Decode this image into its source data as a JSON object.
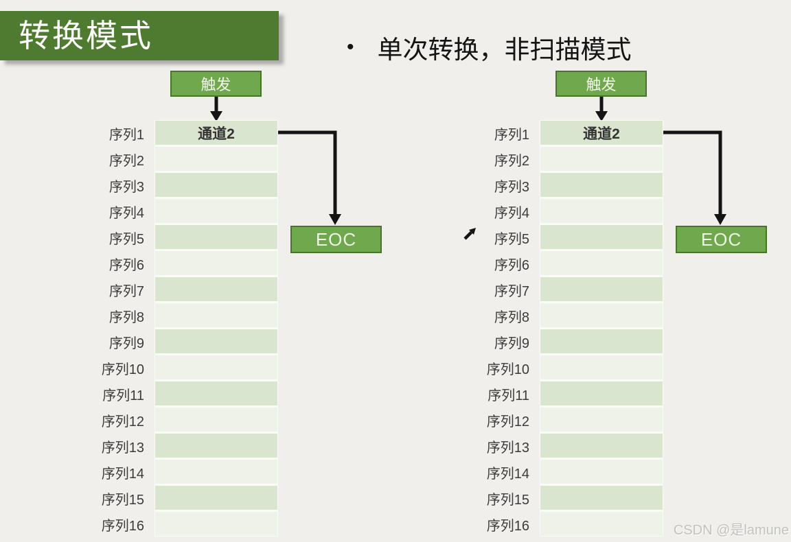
{
  "title": {
    "label": "转换模式"
  },
  "bullet": {
    "marker": "•",
    "label": "单次转换，非扫描模式"
  },
  "diagram": {
    "trigger_label": "触发",
    "channel_label": "通道2",
    "eoc_label": "EOC",
    "sequence_labels": [
      "序列1",
      "序列2",
      "序列3",
      "序列4",
      "序列5",
      "序列6",
      "序列7",
      "序列8",
      "序列9",
      "序列10",
      "序列11",
      "序列12",
      "序列13",
      "序列14",
      "序列15",
      "序列16"
    ]
  },
  "watermark": {
    "label": "CSDN @是lamune"
  },
  "icons": {
    "cursor": "ne-arrow-cursor"
  },
  "colors": {
    "background": "#f0efec",
    "banner_green": "#4e7b30",
    "button_green": "#70a84e",
    "button_border": "#49722c",
    "row_green": "#d9e5ce",
    "row_light": "#eef2e9",
    "arrow_black": "#141414",
    "watermark_gray": "#c2c2be"
  }
}
